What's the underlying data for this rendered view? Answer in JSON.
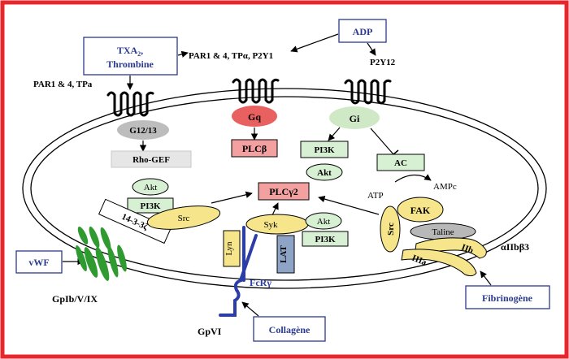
{
  "colors": {
    "frame": "#e8262c",
    "ligand_text": "#2b3a8f",
    "gq": "#e86060",
    "gi": "#cfe9c6",
    "g1213": "#bdbdbd",
    "plc": "#f3a0a0",
    "green_box": "#d7efd3",
    "yellow": "#f6e58a",
    "lat": "#8ea4c7",
    "fcr": "#2b3ea8",
    "gp": "#2f9a2f",
    "taline": "#b8b8b8",
    "rhogef": "#e6e6e6"
  },
  "ligands": {
    "txa2_line1": "TXA",
    "txa2_sub": "2",
    "txa2_comma": ",",
    "thrombine": "Thrombine",
    "adp": "ADP",
    "vwf": "vWF",
    "collagene": "Collagène",
    "fibrinogene": "Fibrinogène"
  },
  "receptors": {
    "par_tpa": "PAR1 & 4, TPa",
    "par_tpalpha": "PAR1 & 4, TPα, P2Y1",
    "p2y12": "P2Y12",
    "gpib": "GpIb/V/IX",
    "gpvi": "GpVI",
    "fcr": "FcRγ",
    "integrin": "αIIbβ3",
    "iib": "IIb",
    "iiia": "IIIa"
  },
  "gproteins": {
    "g1213": "G12/13",
    "gq": "Gq",
    "gi": "Gi"
  },
  "effectors": {
    "rhogef": "Rho-GEF",
    "plcb": "PLCβ",
    "pi3k_gi": "PI3K",
    "akt_gi": "Akt",
    "ac": "AC",
    "atp": "ATP",
    "ampc": "AMPc",
    "akt_left": "Akt",
    "pi3k_left": "PI3K",
    "protein_1433": "14-3-3ζ",
    "src_left": "Src",
    "plcg2": "PLCγ2",
    "syk": "Syk",
    "akt_mid": "Akt",
    "pi3k_mid": "PI3K",
    "lyn": "Lyn",
    "lat": "LAT",
    "src_right": "Src",
    "fak": "FAK",
    "taline": "Taline"
  }
}
